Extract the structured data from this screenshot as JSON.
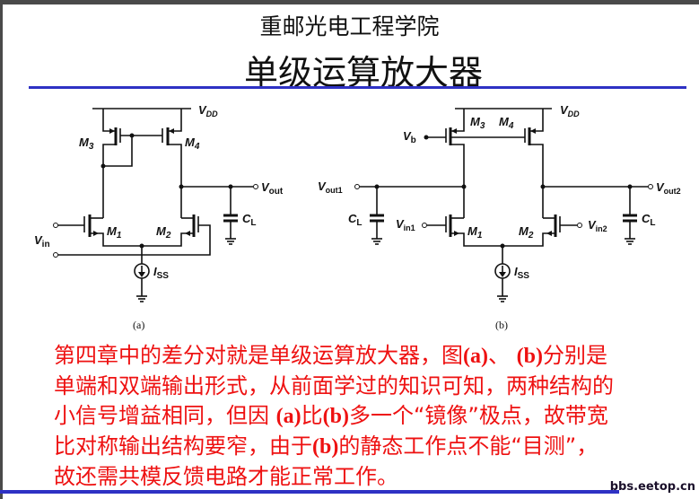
{
  "header": {
    "school": "重邮光电工程学院",
    "title": "单级运算放大器"
  },
  "circuit_a": {
    "vdd": {
      "main": "V",
      "sub": "DD"
    },
    "m3": {
      "main": "M",
      "sub": "3"
    },
    "m4": {
      "main": "M",
      "sub": "4"
    },
    "m1": {
      "main": "M",
      "sub": "1"
    },
    "m2": {
      "main": "M",
      "sub": "2"
    },
    "vout": {
      "main": "V",
      "sub": "out"
    },
    "cl": {
      "main": "C",
      "sub": "L"
    },
    "vin": {
      "main": "V",
      "sub": "in"
    },
    "iss": {
      "main": "I",
      "sub": "SS"
    },
    "caption": "(a)"
  },
  "circuit_b": {
    "vdd": {
      "main": "V",
      "sub": "DD"
    },
    "m3": {
      "main": "M",
      "sub": "3"
    },
    "m4": {
      "main": "M",
      "sub": "4"
    },
    "vb": {
      "main": "V",
      "sub": "b"
    },
    "vout1": {
      "main": "V",
      "sub": "out1"
    },
    "vout2": {
      "main": "V",
      "sub": "out2"
    },
    "cl1": {
      "main": "C",
      "sub": "L"
    },
    "cl2": {
      "main": "C",
      "sub": "L"
    },
    "vin1": {
      "main": "V",
      "sub": "in1"
    },
    "vin2": {
      "main": "V",
      "sub": "in2"
    },
    "m1": {
      "main": "M",
      "sub": "1"
    },
    "m2": {
      "main": "M",
      "sub": "2"
    },
    "iss": {
      "main": "I",
      "sub": "SS"
    },
    "caption": "(b)"
  },
  "body": {
    "l1a": "第四章中的差分对就是单级运算放大器，图",
    "l1b": "(a)",
    "l1c": "、 ",
    "l1d": "(b)",
    "l1e": "分别是",
    "l2": "单端和双端输出形式，从前面学过的知识可知，两种结构的",
    "l3a": "小信号增益相同，但因 ",
    "l3b": "(a)",
    "l3c": "比",
    "l3d": "(b)",
    "l3e": "多一个“镜像”极点，故带宽",
    "l4a": "比对称输出结构要窄，由于",
    "l4b": "(b)",
    "l4c": "的静态工作点不能“目测”，",
    "l5": "故还需共模反馈电路才能正常工作。"
  },
  "watermark": "bbs.eetop.cn",
  "colors": {
    "accent_rule": "#2e31c4",
    "body_text": "#ee1111"
  }
}
